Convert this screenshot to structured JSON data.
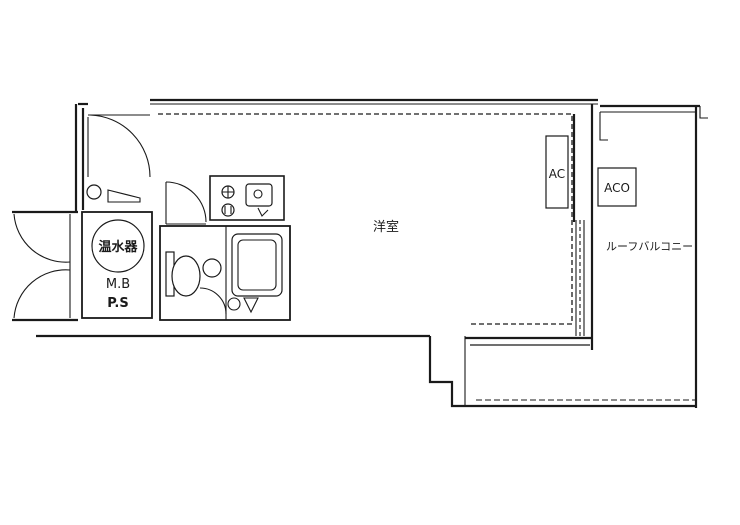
{
  "rooms": {
    "western_room": "洋室",
    "roof_balcony": "ルーフバルコニー"
  },
  "equipment": {
    "water_heater": "温水器",
    "meter_box": "M.B",
    "pipe_space": "P.S",
    "ac_indoor": "AC",
    "ac_outdoor": "ACO"
  }
}
